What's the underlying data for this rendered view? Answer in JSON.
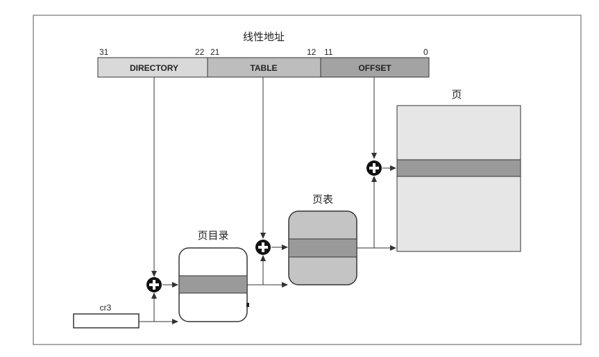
{
  "title": "线性地址",
  "fields": [
    {
      "label": "DIRECTORY",
      "high_bit": "31",
      "low_bit": "22",
      "color": "#d9d9d9"
    },
    {
      "label": "TABLE",
      "high_bit": "21",
      "low_bit": "12",
      "color": "#bdbdbd"
    },
    {
      "label": "OFFSET",
      "high_bit": "11",
      "low_bit": "0",
      "color": "#a3a3a3"
    }
  ],
  "page_directory": {
    "label": "页目录"
  },
  "page_table": {
    "label": "页表"
  },
  "page": {
    "label": "页"
  },
  "register": {
    "label": "cr3"
  },
  "colors": {
    "frame": "#555555",
    "entry": "#9a9a9a",
    "page_table_fill": "#c4c4c4",
    "page_fill": "#e6e6e6",
    "adder": "#111111"
  },
  "icons": {
    "adder": "plus-circle-icon",
    "arrow": "arrowhead-icon"
  }
}
